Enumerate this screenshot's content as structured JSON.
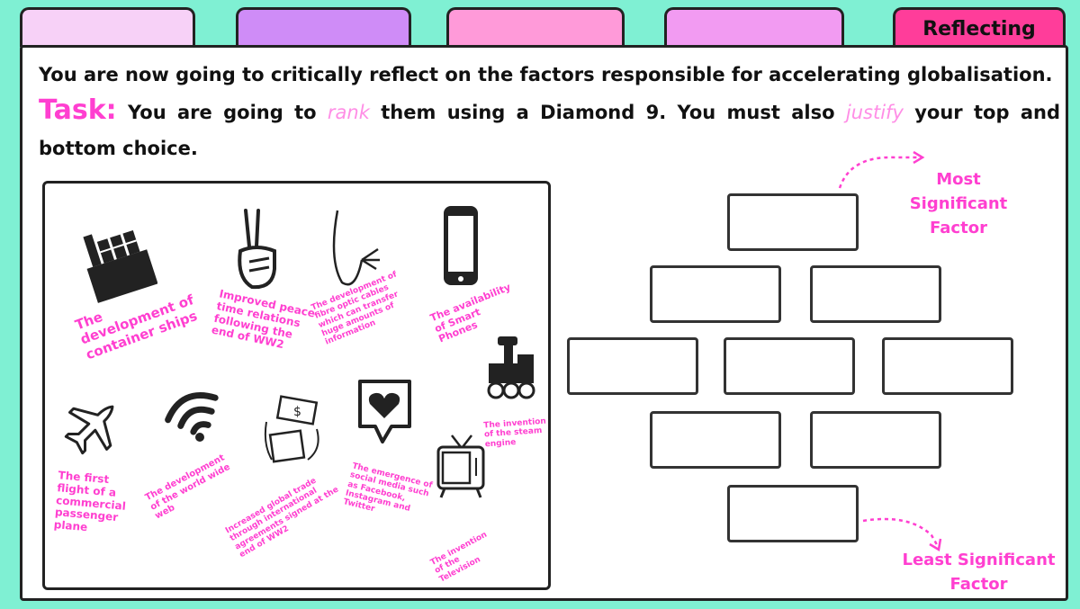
{
  "tabs": [
    {
      "label": "",
      "color": "#f7d1f7"
    },
    {
      "label": "",
      "color": "#cf8cf7"
    },
    {
      "label": "",
      "color": "#ff9ad9"
    },
    {
      "label": "",
      "color": "#f29bf2"
    },
    {
      "label": "Reflecting",
      "color": "#ff3d9a"
    }
  ],
  "intro": {
    "line1": "You are now going to critically reflect on the factors responsible for accelerating globalisation.",
    "task_label": "Task:",
    "task_part1": "You are going to",
    "rank_word": "rank",
    "task_part2": "them using a Diamond 9. You must also",
    "justify_word": "justify",
    "task_part3": "your top and bottom choice."
  },
  "factors": [
    {
      "text": "The development of container ships",
      "icon": "container-ship-icon"
    },
    {
      "text": "Improved peace time relations following the end of WW2",
      "icon": "peace-hand-icon"
    },
    {
      "text": "The development of fibre optic cables which can transfer huge amounts of information",
      "icon": "fibre-optic-cable-icon"
    },
    {
      "text": "The availability of Smart Phones",
      "icon": "smartphone-icon"
    },
    {
      "text": "The invention of the steam engine",
      "icon": "steam-train-icon"
    },
    {
      "text": "The first flight of a commercial passenger plane",
      "icon": "airplane-icon"
    },
    {
      "text": "The development of the world wide web",
      "icon": "wifi-icon"
    },
    {
      "text": "Increased global trade through international agreements signed at the end of WW2",
      "icon": "trade-cycle-icon"
    },
    {
      "text": "The emergence of social media such as Facebook, Instagram and Twitter",
      "icon": "heart-message-icon"
    },
    {
      "text": "The invention of the Television",
      "icon": "television-icon"
    }
  ],
  "diamond": {
    "top_label": "Most Significant Factor",
    "bottom_label": "Least Significant Factor",
    "rows": [
      1,
      2,
      3,
      2,
      1
    ]
  },
  "colors": {
    "background": "#7ff0d3",
    "accent": "#ff3fd0",
    "accent_light": "#ff8ee6"
  }
}
